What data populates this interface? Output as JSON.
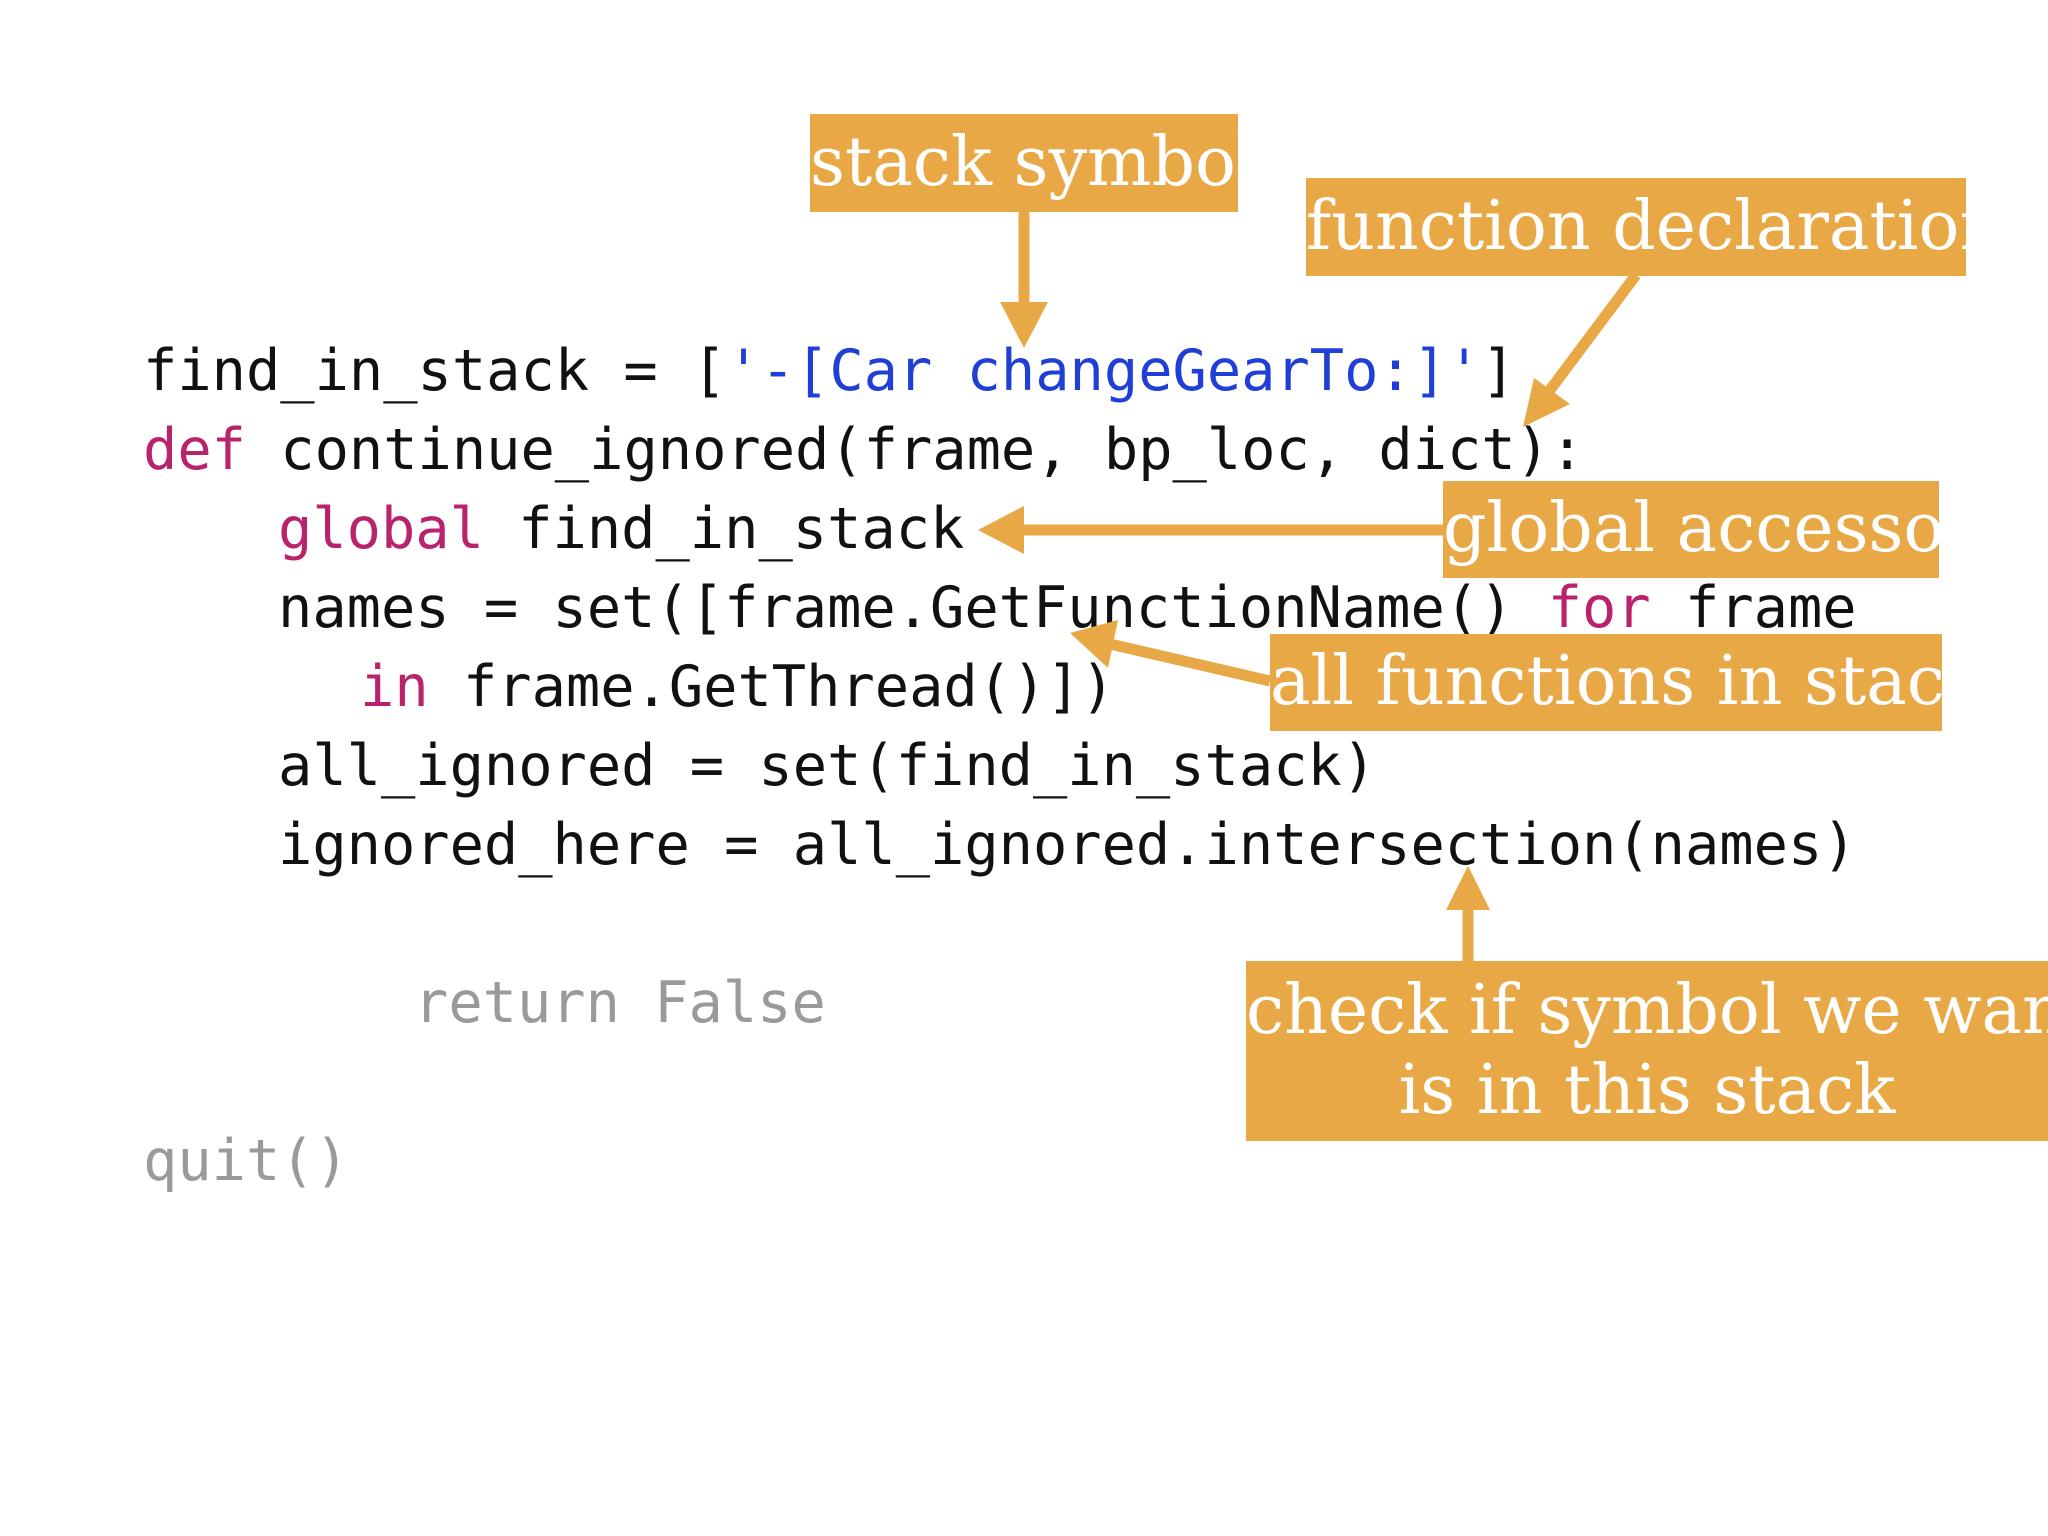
{
  "code": {
    "line1": {
      "name": "find_in_stack = [",
      "string": "'-[Car changeGearTo:]'",
      "close": "]"
    },
    "line2": {
      "keyword": "def",
      "rest": " continue_ignored(frame, bp_loc, dict):"
    },
    "line3": {
      "keyword": "global",
      "rest": " find_in_stack"
    },
    "line4": {
      "text": "names = set([frame.GetFunctionName() ",
      "keyword": "for",
      "rest": " frame"
    },
    "line5": {
      "keyword": "in",
      "rest": " frame.GetThread()])"
    },
    "line6": {
      "text": "all_ignored = set(find_in_stack)"
    },
    "line7": {
      "text": "ignored_here = all_ignored.intersection(names)"
    },
    "line8": {
      "text": "return False"
    },
    "line9": {
      "text": "quit()"
    }
  },
  "callouts": {
    "stack_symbol": "stack symbol",
    "function_declaration": "function declaration",
    "global_accessor": "global accessor",
    "all_functions": "all functions in stack",
    "check_line1": "check if symbol we want",
    "check_line2": "is in this stack"
  },
  "colors": {
    "callout_bg": "#e9a846",
    "keyword": "#b8236b",
    "string": "#1f3fd6",
    "dimmed": "#9a9a9a"
  }
}
